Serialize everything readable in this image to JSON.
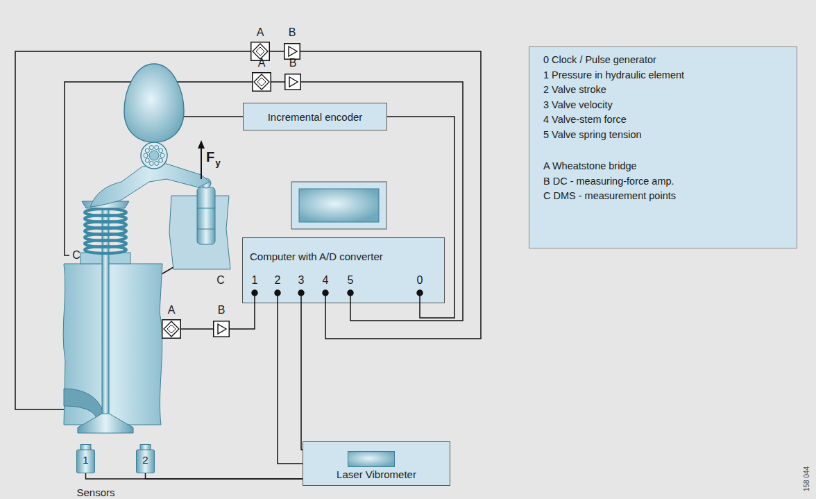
{
  "diagram": {
    "nodes": [
      {
        "text": [
          "A"
        ]
      },
      {
        "text": [
          "B"
        ]
      },
      {
        "text": [
          "A"
        ]
      },
      {
        "text": [
          "B"
        ]
      },
      {
        "text": [
          "Incremental encoder"
        ]
      },
      {
        "text": [
          "Computer with A/D converter"
        ]
      },
      {
        "text": [
          "A"
        ]
      },
      {
        "text": [
          "B"
        ]
      },
      {
        "text": [
          "1"
        ]
      },
      {
        "text": [
          "2"
        ]
      },
      {
        "text": [
          "Laser Vibrometer"
        ]
      },
      {
        "text": [
          "0 Clock / Pulse generator",
          "1 Pressure in hydraulic element",
          "2 Valve stroke",
          "3 Valve velocity",
          "4 Valve-stem force",
          "5 Valve spring tension",
          "A Wheatstone bridge",
          "B DC - measuring-force amp.",
          "C DMS - measurement points"
        ]
      }
    ],
    "edges": [
      {
        "from": 0,
        "to": 1,
        "arrow": "none"
      },
      {
        "from": 2,
        "to": 3,
        "arrow": "none"
      },
      {
        "from": 6,
        "to": 7,
        "arrow": "none"
      },
      {
        "from": 1,
        "to": 5,
        "arrow": "none"
      },
      {
        "from": 3,
        "to": 5,
        "arrow": "none"
      },
      {
        "from": 4,
        "to": 5,
        "arrow": "none"
      },
      {
        "from": 10,
        "to": 5,
        "arrow": "none"
      },
      {
        "from": 10,
        "to": 5,
        "arrow": "none"
      },
      {
        "from": 7,
        "to": 5,
        "arrow": "none"
      },
      {
        "from": 8,
        "to": 10,
        "arrow": "none"
      },
      {
        "from": 9,
        "to": 10,
        "arrow": "none"
      }
    ],
    "labels": [
      "1",
      "2",
      "3",
      "4",
      "5",
      "0",
      "C",
      "C",
      "F",
      "y",
      "Sensors",
      "158 044"
    ]
  }
}
